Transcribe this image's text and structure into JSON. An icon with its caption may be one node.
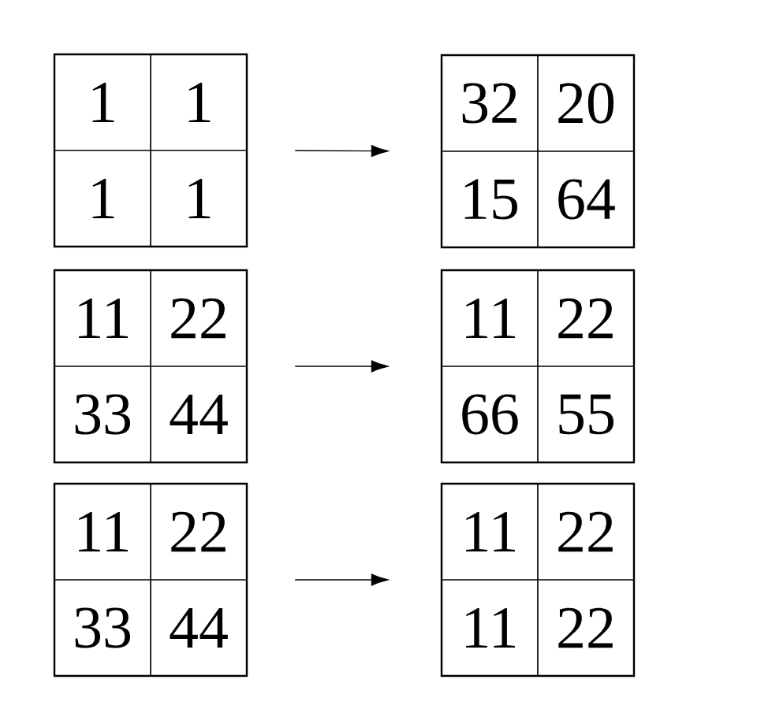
{
  "diagram": {
    "nodes": [
      {
        "text": [],
        "shape": "box"
      },
      {
        "text": [
          "1"
        ],
        "in": 0
      },
      {
        "text": [
          "1"
        ],
        "in": 0
      },
      {
        "text": [
          "1"
        ],
        "in": 0
      },
      {
        "text": [
          "1"
        ],
        "in": 0
      },
      {
        "text": [],
        "shape": "box"
      },
      {
        "text": [
          "32"
        ],
        "in": 5
      },
      {
        "text": [
          "20"
        ],
        "in": 5
      },
      {
        "text": [
          "15"
        ],
        "in": 5
      },
      {
        "text": [
          "64"
        ],
        "in": 5
      },
      {
        "text": [],
        "shape": "box"
      },
      {
        "text": [
          "11"
        ],
        "in": 10
      },
      {
        "text": [
          "22"
        ],
        "in": 10
      },
      {
        "text": [
          "33"
        ],
        "in": 10
      },
      {
        "text": [
          "44"
        ],
        "in": 10
      },
      {
        "text": [],
        "shape": "box"
      },
      {
        "text": [
          "11"
        ],
        "in": 15
      },
      {
        "text": [
          "22"
        ],
        "in": 15
      },
      {
        "text": [
          "66"
        ],
        "in": 15
      },
      {
        "text": [
          "55"
        ],
        "in": 15
      },
      {
        "text": [],
        "shape": "box"
      },
      {
        "text": [
          "11"
        ],
        "in": 20
      },
      {
        "text": [
          "22"
        ],
        "in": 20
      },
      {
        "text": [
          "33"
        ],
        "in": 20
      },
      {
        "text": [
          "44"
        ],
        "in": 20
      },
      {
        "text": [],
        "shape": "box"
      },
      {
        "text": [
          "11"
        ],
        "in": 25
      },
      {
        "text": [
          "22"
        ],
        "in": 25
      },
      {
        "text": [
          "11"
        ],
        "in": 25
      },
      {
        "text": [
          "22"
        ],
        "in": 25
      }
    ],
    "edges": [
      {
        "from": 0,
        "to": 5,
        "arrow": "to"
      },
      {
        "from": 10,
        "to": 15,
        "arrow": "to"
      },
      {
        "from": 20,
        "to": 25,
        "arrow": "to"
      }
    ]
  }
}
